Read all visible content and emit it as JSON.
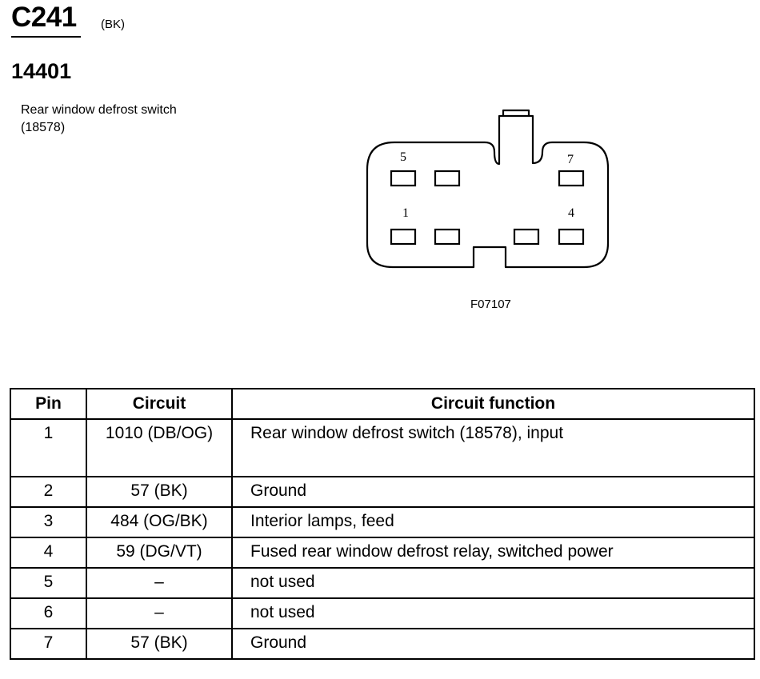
{
  "header": {
    "connector_id": "C241",
    "connector_color": "(BK)",
    "part_number": "14401",
    "component_description": "Rear window defrost switch (18578)"
  },
  "diagram": {
    "figure_id": "F07107",
    "pin_labels": [
      "5",
      "7",
      "1",
      "4"
    ]
  },
  "table": {
    "headers": [
      "Pin",
      "Circuit",
      "Circuit function"
    ],
    "rows": [
      {
        "pin": "1",
        "circuit": "1010 (DB/OG)",
        "function": "Rear window defrost switch (18578), input"
      },
      {
        "pin": "2",
        "circuit": "57 (BK)",
        "function": "Ground"
      },
      {
        "pin": "3",
        "circuit": "484 (OG/BK)",
        "function": "Interior lamps, feed"
      },
      {
        "pin": "4",
        "circuit": "59 (DG/VT)",
        "function": "Fused rear window defrost relay, switched power"
      },
      {
        "pin": "5",
        "circuit": "–",
        "function": "not used"
      },
      {
        "pin": "6",
        "circuit": "–",
        "function": "not used"
      },
      {
        "pin": "7",
        "circuit": "57 (BK)",
        "function": "Ground"
      }
    ]
  }
}
